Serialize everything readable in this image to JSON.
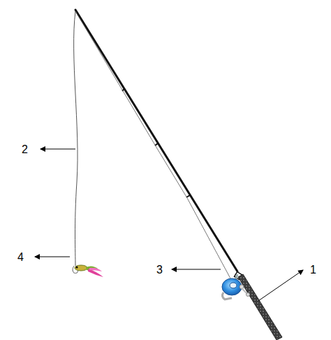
{
  "diagram": {
    "labels": [
      "2",
      "4",
      "3",
      "1"
    ]
  }
}
